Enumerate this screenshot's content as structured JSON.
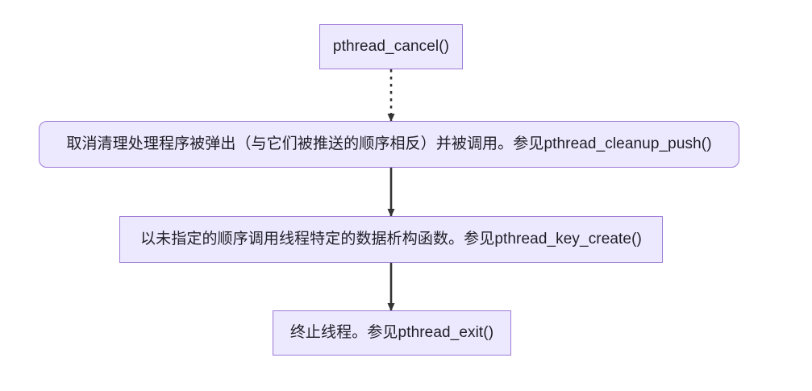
{
  "diagram": {
    "type": "flowchart",
    "direction": "top-to-bottom",
    "background_color": "#ffffff",
    "node_fill_color": "#ECE8FD",
    "node_border_color": "#9E7BD8",
    "node_text_color": "#1f1f28",
    "edge_color": "#333333",
    "nodes": [
      {
        "id": "n1",
        "label": "pthread_cancel()",
        "shape": "rectangle"
      },
      {
        "id": "n2",
        "label": "取消清理处理程序被弹出（与它们被推送的顺序相反）并被调用。参见pthread_cleanup_push()",
        "shape": "rounded-rectangle"
      },
      {
        "id": "n3",
        "label": "以未指定的顺序调用线程特定的数据析构函数。参见pthread_key_create()",
        "shape": "rectangle"
      },
      {
        "id": "n4",
        "label": "终止线程。参见pthread_exit()",
        "shape": "rectangle"
      }
    ],
    "edges": [
      {
        "id": "e1",
        "from": "n1",
        "to": "n2",
        "style": "dotted",
        "arrow": "filled-triangle"
      },
      {
        "id": "e2",
        "from": "n2",
        "to": "n3",
        "style": "solid",
        "arrow": "filled-triangle"
      },
      {
        "id": "e3",
        "from": "n3",
        "to": "n4",
        "style": "solid",
        "arrow": "filled-triangle"
      }
    ]
  }
}
